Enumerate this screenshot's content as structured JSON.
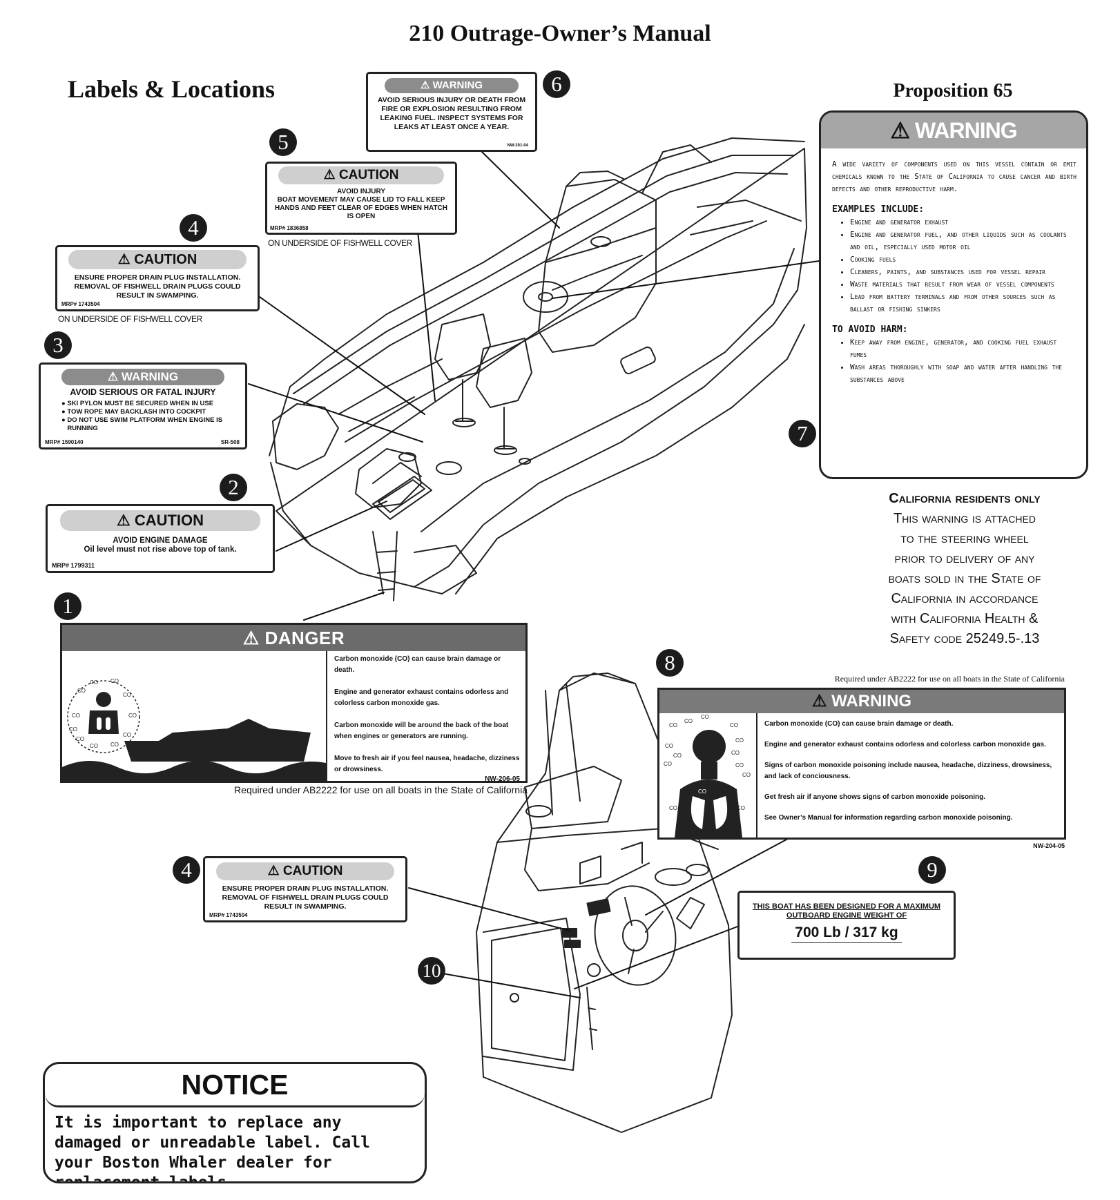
{
  "header": {
    "title": "210 Outrage-Owner’s Manual",
    "section": "Labels & Locations",
    "prop65_title": "Proposition 65"
  },
  "badges": [
    "1",
    "2",
    "3",
    "4",
    "5",
    "6",
    "7",
    "8",
    "9",
    "10"
  ],
  "labels": {
    "l6": {
      "signal": "WARNING",
      "text": "AVOID SERIOUS INJURY OR DEATH FROM FIRE OR EXPLOSION RESULTING FROM LEAKING FUEL. INSPECT SYSTEMS FOR LEAKS AT LEAST ONCE A YEAR.",
      "code": "NW-201-04"
    },
    "l5": {
      "signal": "CAUTION",
      "headline": "AVOID INJURY",
      "text": "BOAT MOVEMENT MAY CAUSE LID TO FALL KEEP HANDS AND FEET CLEAR OF EDGES WHEN HATCH IS OPEN",
      "mrp": "MRP# 1836858",
      "location": "ON UNDERSIDE OF FISHWELL COVER"
    },
    "l4": {
      "signal": "CAUTION",
      "text": "ENSURE PROPER DRAIN PLUG INSTALLATION. REMOVAL OF FISHWELL DRAIN PLUGS COULD RESULT IN SWAMPING.",
      "mrp": "MRP# 1743504",
      "location": "ON UNDERSIDE OF FISHWELL COVER"
    },
    "l3": {
      "signal": "WARNING",
      "headline": "AVOID SERIOUS OR FATAL INJURY",
      "items": [
        "SKI PYLON MUST BE SECURED WHEN IN USE",
        "TOW ROPE MAY BACKLASH INTO COCKPIT",
        "DO NOT USE SWIM PLATFORM WHEN ENGINE IS RUNNING"
      ],
      "mrp": "MRP# 1590140",
      "code": "SR-508"
    },
    "l2": {
      "signal": "CAUTION",
      "headline": "AVOID ENGINE DAMAGE",
      "text": "Oil level must not rise above top of tank.",
      "mrp": "MRP# 1799311"
    },
    "l1": {
      "signal": "DANGER",
      "paras": [
        "Carbon monoxide (CO) can cause brain damage or death.",
        "Engine and generator exhaust contains odorless and colorless carbon monoxide gas.",
        "Carbon monoxide will be around the back of the boat when engines or generators are running.",
        "Move to fresh air if you feel nausea, headache, dizziness or drowsiness."
      ],
      "code": "NW-206-05",
      "note": "Required under AB2222 for use on all boats in the State of California"
    },
    "l8": {
      "signal": "WARNING",
      "note": "Required under AB2222 for use on all boats in the State of California",
      "paras": [
        "Carbon monoxide (CO) can cause brain damage or death.",
        "Engine and generator exhaust contains odorless and colorless carbon monoxide gas.",
        "Signs of carbon monoxide poisoning include nausea, headache, dizziness, drowsiness, and lack of conciousness.",
        "Get fresh air if anyone shows signs of carbon monoxide poisoning.",
        "See Owner’s Manual for information regarding carbon monoxide poisoning."
      ],
      "code": "NW-204-05"
    },
    "l4b": {
      "signal": "CAUTION",
      "text": "ENSURE PROPER DRAIN PLUG INSTALLATION. REMOVAL OF FISHWELL DRAIN PLUGS COULD RESULT IN SWAMPING.",
      "mrp": "MRP# 1743504"
    },
    "l9": {
      "text": "THIS BOAT HAS BEEN DESIGNED FOR A MAXIMUM OUTBOARD ENGINE WEIGHT OF",
      "weight": "700 Lb / 317 kg"
    }
  },
  "prop65": {
    "signal": "WARNING",
    "intro": "A wide variety of components used on this vessel contain or emit chemicals known to the State of California to cause cancer and birth defects and other reproductive harm.",
    "examples_heading": "EXAMPLES INCLUDE:",
    "examples": [
      "Engine and generator exhaust",
      "Engine and generator fuel, and other liquids such as coolants and oil, especially used motor oil",
      "Cooking fuels",
      "Cleaners, paints, and substances used for vessel repair",
      "Waste materials that result from wear of vessel components",
      "Lead from battery terminals and from other sources such as ballast or fishing sinkers"
    ],
    "avoid_heading": "TO AVOID HARM:",
    "avoid": [
      "Keep away from engine, generator, and cooking fuel exhaust fumes",
      "Wash areas thoroughly with soap and water after handling the substances above"
    ]
  },
  "california": {
    "line1": "California residents only",
    "lines": [
      "This warning is attached",
      "to the steering wheel",
      "prior to delivery of any",
      "boats sold in the State of",
      "California in accordance",
      "with California Health &",
      "Safety code 25249.5-.13"
    ]
  },
  "notice": {
    "title": "NOTICE",
    "text": "It is important to replace any damaged or unreadable label. Call your Boston Whaler dealer for replacement labels."
  }
}
